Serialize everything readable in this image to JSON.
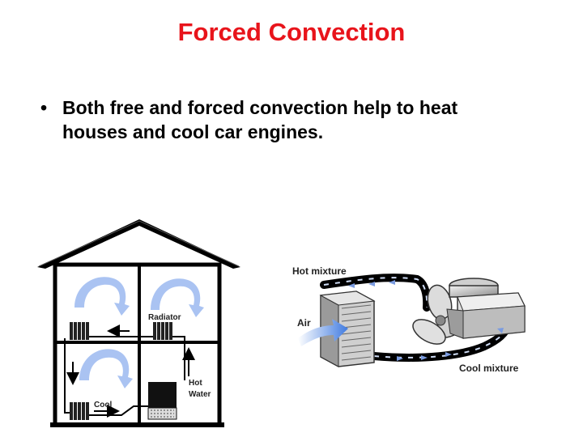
{
  "slide": {
    "title": "Forced Convection",
    "bullet_symbol": "•",
    "bullet_text": "Both free and forced convection help to heat houses and cool car engines."
  },
  "house_diagram": {
    "label_radiator": "Radiator",
    "label_hot": "Hot",
    "label_water": "Water",
    "label_cool": "Cool"
  },
  "engine_diagram": {
    "label_hot_mixture": "Hot mixture",
    "label_air": "Air",
    "label_cool_mixture": "Cool mixture"
  },
  "colors": {
    "title": "#e8141b",
    "convection_arrow": "#aac3f2",
    "coolant_arrow": "#7a9be0"
  }
}
